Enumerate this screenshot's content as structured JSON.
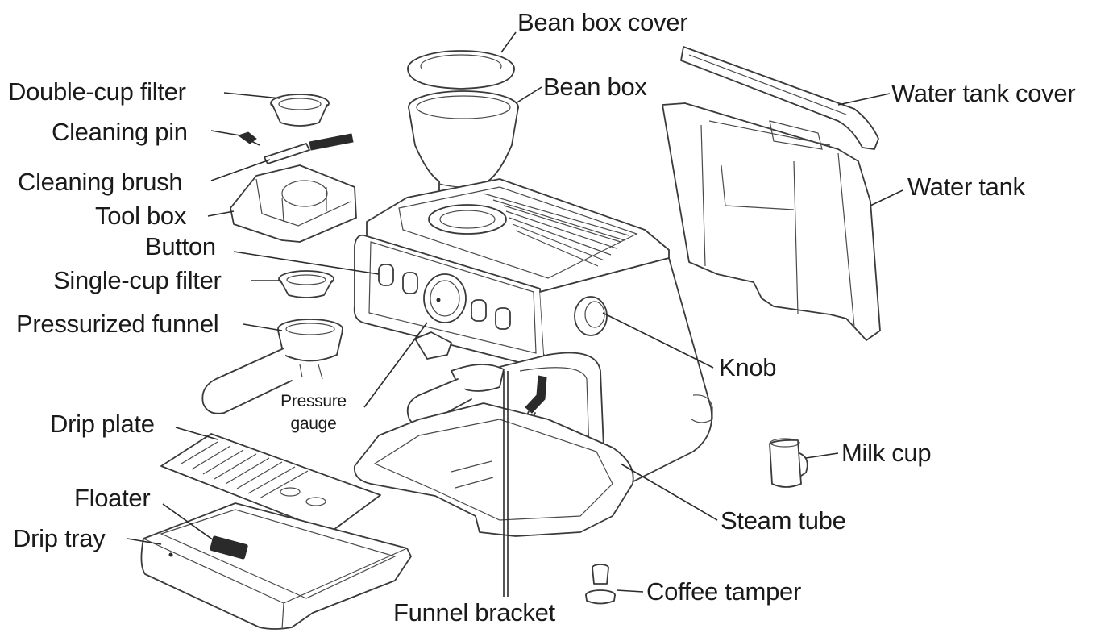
{
  "labels": {
    "bean_box_cover": "Bean box cover",
    "bean_box": "Bean box",
    "water_tank_cover": "Water tank cover",
    "water_tank": "Water tank",
    "double_cup_filter": "Double-cup filter",
    "cleaning_pin": "Cleaning pin",
    "cleaning_brush": "Cleaning brush",
    "tool_box": "Tool box",
    "button": "Button",
    "single_cup_filter": "Single-cup filter",
    "pressurized_funnel": "Pressurized funnel",
    "pressure_gauge_line1": "Pressure",
    "pressure_gauge_line2": "gauge",
    "knob": "Knob",
    "drip_plate": "Drip plate",
    "milk_cup": "Milk cup",
    "floater": "Floater",
    "drip_tray": "Drip tray",
    "steam_tube": "Steam tube",
    "coffee_tamper": "Coffee tamper",
    "funnel_bracket": "Funnel bracket"
  }
}
